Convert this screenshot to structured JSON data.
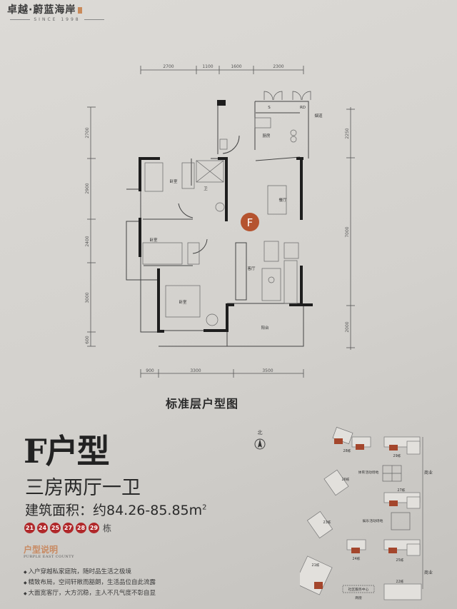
{
  "header": {
    "brand": "卓越·蔚蓝海岸",
    "since": "SINCE 1998"
  },
  "plan": {
    "caption": "标准层户型图",
    "badge": "F",
    "badge_color": "#b5532f",
    "dims_top": [
      "2700",
      "1100",
      "1600",
      "2300"
    ],
    "dims_bottom": [
      "900",
      "3300",
      "3500"
    ],
    "dims_left": [
      "2700",
      "2900",
      "2400",
      "3000",
      "600"
    ],
    "dims_right": [
      "2250",
      "7000",
      "2000"
    ],
    "rooms": {
      "bedroom1": "卧室",
      "bedroom2": "卧室",
      "bedroom3": "卧室",
      "bathroom": "卫",
      "kitchen": "厨房",
      "dining": "餐厅",
      "living": "客厅",
      "balcony": "阳台",
      "storage": "S",
      "rd": "RD",
      "flue": "烟道"
    },
    "north": "北"
  },
  "unit": {
    "title": "F户型",
    "layout": "三房两厅一卫",
    "area_label": "建筑面积：约84.26-85.85m",
    "area_sup": "2",
    "buildings": [
      "21",
      "24",
      "25",
      "27",
      "28",
      "29"
    ],
    "buildings_suffix": "栋",
    "building_color": "#b0282a",
    "desc_title": "户型说明",
    "desc_subtitle": "PURPLE EAST COUNTY",
    "bullets": [
      "入户穿越私家庭院，随时品生活之极境",
      "精致布局，空间轩敞而豁朗，生活品位自此流露",
      "大面宽客厅，大方沉稳，主人不凡气度不彰自显"
    ]
  },
  "site": {
    "labels": {
      "b28": "28栋",
      "b29": "29栋",
      "b26": "26栋",
      "b27": "27栋",
      "b23": "23栋",
      "b24": "24栋",
      "b25": "25栋",
      "b21": "21栋",
      "b22": "22栋",
      "sports": "体育活动场地",
      "leisure": "娱乐活动场地",
      "commerce1": "商业",
      "commerce2": "商业",
      "community": "社区服务中心",
      "street": "商街"
    },
    "highlight_color": "#a4462c"
  }
}
